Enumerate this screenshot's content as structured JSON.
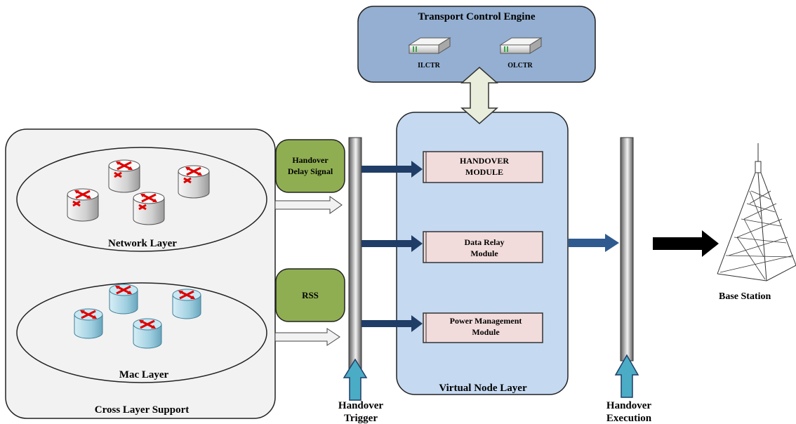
{
  "transport_engine": {
    "title": "Transport Control Engine",
    "devices": [
      {
        "label": "ILCTR",
        "icon": "switch-device-icon"
      },
      {
        "label": "OLCTR",
        "icon": "switch-device-icon"
      }
    ]
  },
  "cross_layer": {
    "title": "Cross Layer Support",
    "network_layer": {
      "label": "Network Layer",
      "icon": "router-icon",
      "color": "#e8e8e8"
    },
    "mac_layer": {
      "label": "Mac Layer",
      "icon": "router-icon",
      "color": "#a9d6e5"
    }
  },
  "signals": {
    "handover_delay": {
      "line1": "Handover",
      "line2": "Delay Signal"
    },
    "rss": "RSS",
    "color": "#8fae52"
  },
  "virtual_node": {
    "title": "Virtual Node Layer",
    "modules": [
      {
        "line1": "HANDOVER",
        "line2": "MODULE"
      },
      {
        "line1": "Data Relay",
        "line2": "Module"
      },
      {
        "line1": "Power Management",
        "line2": "Module"
      }
    ]
  },
  "triggers": {
    "trigger": {
      "line1": "Handover",
      "line2": "Trigger"
    },
    "execution": {
      "line1": "Handover",
      "line2": "Execution"
    }
  },
  "base_station": {
    "label": "Base Station",
    "icon": "tower-icon"
  },
  "colors": {
    "engine_fill": "#94afd1",
    "vnode_fill": "#c5d9f1",
    "module_fill": "#f2dcdb",
    "cross_fill": "#f2f2f2",
    "dark_arrow": "#1f3d66",
    "trigger_arrow": "#4bacc6"
  }
}
